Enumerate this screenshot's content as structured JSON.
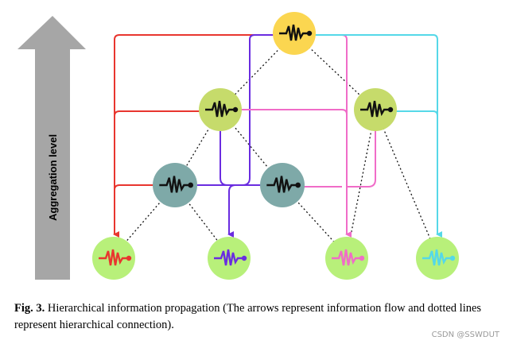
{
  "diagram": {
    "axis_label": "Aggregation level",
    "nodes": [
      {
        "id": "top",
        "level": 3,
        "color": "#fbd650",
        "signal": "#111111"
      },
      {
        "id": "mid-left",
        "level": 2,
        "color": "#c6db6b",
        "signal": "#111111"
      },
      {
        "id": "mid-right",
        "level": 2,
        "color": "#c6db6b",
        "signal": "#111111"
      },
      {
        "id": "low-left",
        "level": 1,
        "color": "#7ea9a8",
        "signal": "#111111"
      },
      {
        "id": "low-right",
        "level": 1,
        "color": "#7ea9a8",
        "signal": "#111111"
      },
      {
        "id": "leaf-1",
        "level": 0,
        "color": "#b8f07a",
        "signal": "#e8362f"
      },
      {
        "id": "leaf-2",
        "level": 0,
        "color": "#b8f07a",
        "signal": "#6a2ce0"
      },
      {
        "id": "leaf-3",
        "level": 0,
        "color": "#b8f07a",
        "signal": "#f06cc8"
      },
      {
        "id": "leaf-4",
        "level": 0,
        "color": "#b8f07a",
        "signal": "#55d8e8"
      }
    ],
    "flow_colors": {
      "red": "#e8362f",
      "purple": "#6a2ce0",
      "pink": "#f06cc8",
      "cyan": "#55d8e8"
    },
    "arrow_color": "#a6a6a6"
  },
  "caption": {
    "label": "Fig. 3.",
    "text": " Hierarchical information propagation (The arrows represent information flow and dotted lines represent hierarchical connection)."
  },
  "watermark": "CSDN @SSWDUT"
}
